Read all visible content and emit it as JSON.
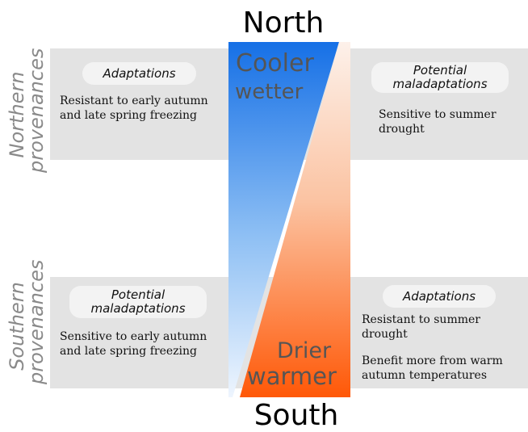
{
  "compass": {
    "north": "North",
    "south": "South"
  },
  "side_labels": {
    "northern": [
      "Northern",
      "provenances"
    ],
    "southern": [
      "Southern",
      "provenances"
    ]
  },
  "climate": {
    "cooler": "Cooler",
    "wetter": "wetter",
    "drier": "Drier",
    "warmer": "warmer"
  },
  "northern": {
    "left": {
      "pill": "Adaptations",
      "text": "Resistant to early autumn and late spring freezing"
    },
    "right": {
      "pill_line1": "Potential",
      "pill_line2": "maladaptations",
      "text": "Sensitive to summer drought"
    }
  },
  "southern": {
    "left": {
      "pill_line1": "Potential",
      "pill_line2": "maladaptations",
      "text": "Sensitive to early autumn and late spring freezing"
    },
    "right": {
      "pill": "Adaptations",
      "text1": "Resistant to summer drought",
      "text2": "Benefit more from warm autumn temperatures"
    }
  },
  "colors": {
    "blue_top": "#1a6fe6",
    "blue_bottom": "#e8f2fd",
    "orange_top": "#fbe3d6",
    "orange_bottom": "#ff5a0a",
    "band": "#e3e3e3",
    "label_gray": "#8a8a8a"
  }
}
